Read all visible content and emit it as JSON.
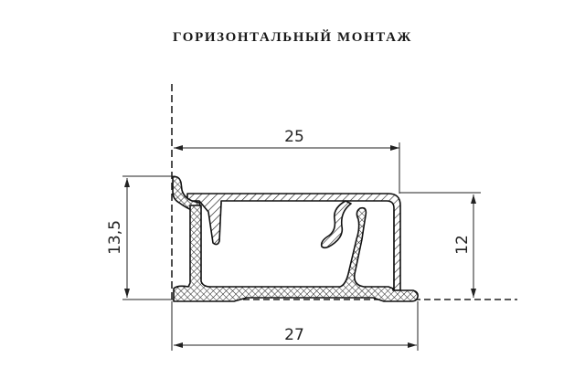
{
  "title": "ГОРИЗОНТАЛЬНЫЙ МОНТАЖ",
  "dimensions": {
    "top_width": "25",
    "bottom_width": "27",
    "left_height": "13,5",
    "right_height": "12"
  },
  "colors": {
    "line": "#1a1a1a",
    "background": "#ffffff"
  }
}
